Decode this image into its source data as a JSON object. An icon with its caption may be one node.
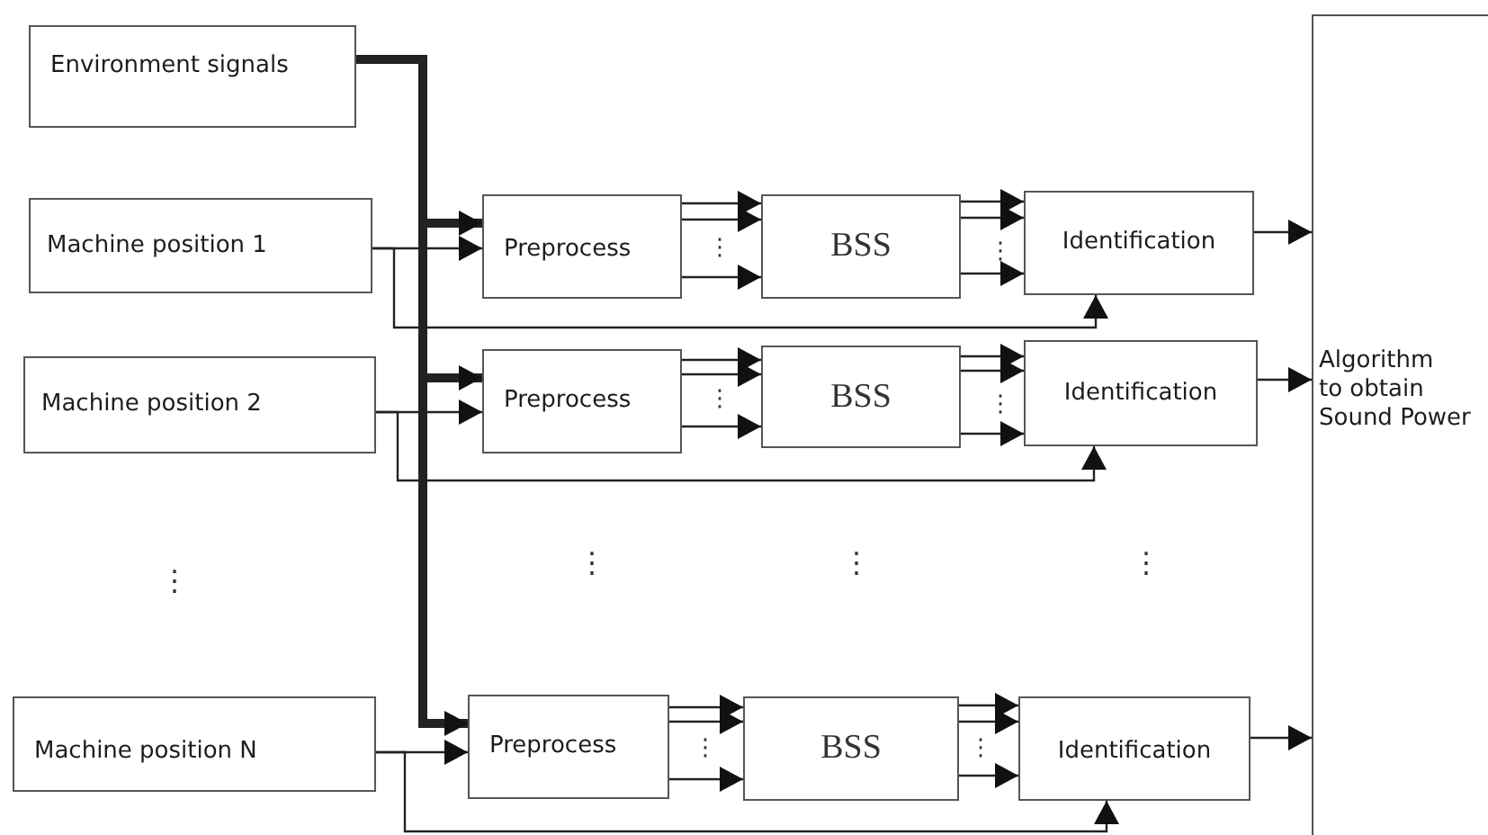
{
  "diagram": {
    "nodes": [
      {
        "text": [
          "Environment signals"
        ]
      },
      {
        "text": [
          "Machine position 1"
        ]
      },
      {
        "text": [
          "Machine position 2"
        ]
      },
      {
        "text": [
          "Machine position N"
        ]
      },
      {
        "text": [
          "Preprocess"
        ]
      },
      {
        "text": [
          "BSS"
        ]
      },
      {
        "text": [
          "Identification"
        ]
      },
      {
        "text": [
          "Preprocess"
        ]
      },
      {
        "text": [
          "BSS"
        ]
      },
      {
        "text": [
          "Identification"
        ]
      },
      {
        "text": [
          "Preprocess"
        ]
      },
      {
        "text": [
          "BSS"
        ]
      },
      {
        "text": [
          "Identification"
        ]
      },
      {
        "text": [
          "Algorithm to obtain Sound Power"
        ]
      }
    ],
    "edges": [
      {
        "from": 0,
        "to": 4,
        "arrow": "to",
        "style": "thick"
      },
      {
        "from": 0,
        "to": 7,
        "arrow": "to",
        "style": "thick"
      },
      {
        "from": 0,
        "to": 10,
        "arrow": "to",
        "style": "thick"
      },
      {
        "from": 1,
        "to": 4,
        "arrow": "to"
      },
      {
        "from": 1,
        "to": 6,
        "arrow": "to"
      },
      {
        "from": 2,
        "to": 7,
        "arrow": "to"
      },
      {
        "from": 2,
        "to": 9,
        "arrow": "to"
      },
      {
        "from": 3,
        "to": 10,
        "arrow": "to"
      },
      {
        "from": 3,
        "to": 12,
        "arrow": "to"
      },
      {
        "from": 4,
        "to": 5,
        "arrow": "to"
      },
      {
        "from": 4,
        "to": 5,
        "arrow": "to"
      },
      {
        "from": 4,
        "to": 5,
        "arrow": "to"
      },
      {
        "from": 5,
        "to": 6,
        "arrow": "to"
      },
      {
        "from": 5,
        "to": 6,
        "arrow": "to"
      },
      {
        "from": 5,
        "to": 6,
        "arrow": "to"
      },
      {
        "from": 7,
        "to": 8,
        "arrow": "to"
      },
      {
        "from": 7,
        "to": 8,
        "arrow": "to"
      },
      {
        "from": 7,
        "to": 8,
        "arrow": "to"
      },
      {
        "from": 8,
        "to": 9,
        "arrow": "to"
      },
      {
        "from": 8,
        "to": 9,
        "arrow": "to"
      },
      {
        "from": 8,
        "to": 9,
        "arrow": "to"
      },
      {
        "from": 10,
        "to": 11,
        "arrow": "to"
      },
      {
        "from": 10,
        "to": 11,
        "arrow": "to"
      },
      {
        "from": 10,
        "to": 11,
        "arrow": "to"
      },
      {
        "from": 11,
        "to": 12,
        "arrow": "to"
      },
      {
        "from": 11,
        "to": 12,
        "arrow": "to"
      },
      {
        "from": 11,
        "to": 12,
        "arrow": "to"
      },
      {
        "from": 6,
        "to": 13,
        "arrow": "to"
      },
      {
        "from": 9,
        "to": 13,
        "arrow": "to"
      },
      {
        "from": 12,
        "to": 13,
        "arrow": "to"
      }
    ],
    "labels": [
      "⋮",
      "⋮",
      "⋮",
      "⋮",
      "⋮",
      "⋮",
      "⋮",
      "⋮",
      "⋮",
      "⋮"
    ]
  }
}
